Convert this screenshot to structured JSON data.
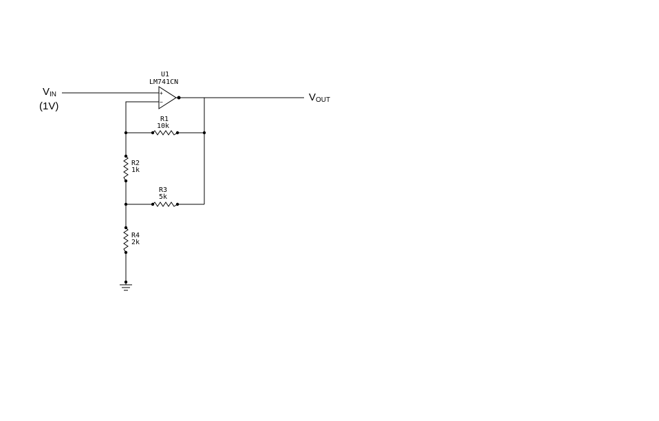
{
  "opamp": {
    "ref": "U1",
    "part": "LM741CN",
    "plus": "+",
    "minus": "−"
  },
  "vin": {
    "main": "V",
    "sub": "IN",
    "value": "(1V)"
  },
  "vout": {
    "main": "V",
    "sub": "OUT"
  },
  "resistors": {
    "r1": {
      "ref": "R1",
      "value": "10k"
    },
    "r2": {
      "ref": "R2",
      "value": "1k"
    },
    "r3": {
      "ref": "R3",
      "value": "5k"
    },
    "r4": {
      "ref": "R4",
      "value": "2k"
    }
  }
}
